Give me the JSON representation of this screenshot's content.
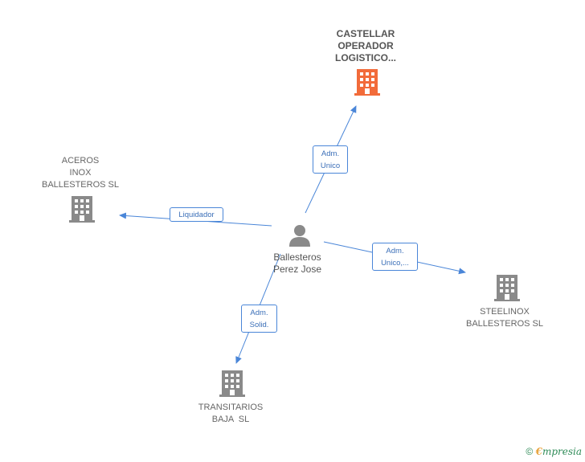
{
  "companies": {
    "castellar": {
      "lines": [
        "CASTELLAR",
        "OPERADOR",
        "LOGISTICO..."
      ],
      "color": "#f26b3a"
    },
    "aceros": {
      "lines": [
        "ACEROS",
        "INOX",
        "BALLESTEROS SL"
      ],
      "color": "#8a8a8a"
    },
    "steelinox": {
      "lines": [
        "STEELINOX",
        "BALLESTEROS SL"
      ],
      "color": "#8a8a8a"
    },
    "transitarios": {
      "lines": [
        "TRANSITARIOS",
        "BAJA  SL"
      ],
      "color": "#8a8a8a"
    }
  },
  "person": {
    "lines": [
      "Ballesteros",
      "Perez Jose"
    ],
    "color": "#8a8a8a"
  },
  "edges": {
    "to_castellar": [
      "Adm.",
      "Unico"
    ],
    "to_aceros": [
      "Liquidador"
    ],
    "to_steelinox": [
      "Adm.",
      "Unico,..."
    ],
    "to_transitarios": [
      "Adm.",
      "Solid."
    ]
  },
  "edge_color": "#4a86d8",
  "footer": {
    "copyright": "©",
    "brand_first": "€",
    "brand_rest": "mpresia"
  }
}
